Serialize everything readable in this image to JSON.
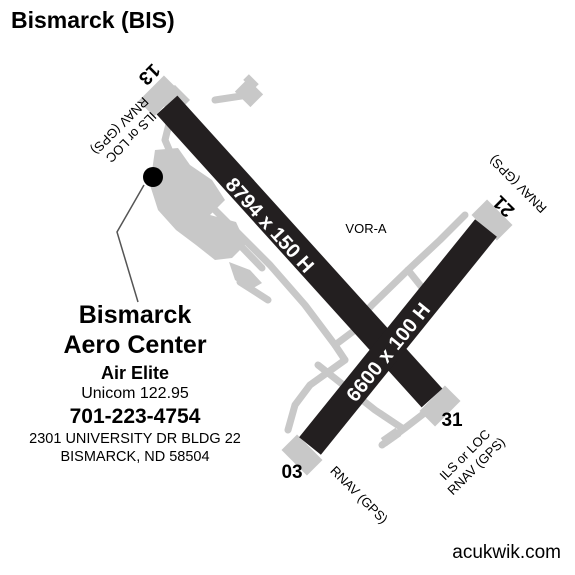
{
  "header": {
    "title": "Bismarck (BIS)"
  },
  "runways": [
    {
      "dimensions": "8794 x 150 H",
      "ends": [
        "13",
        "31"
      ]
    },
    {
      "dimensions": "6600 x 100 H",
      "ends": [
        "21",
        "03"
      ]
    }
  ],
  "labels": {
    "rwy13_approach": [
      "ILS or LOC",
      "RNAV (GPS)"
    ],
    "rwy21_approach": "RNAV (GPS)",
    "rwy31_approach": [
      "ILS or LOC",
      "RNAV (GPS)"
    ],
    "rwy03_approach": "RNAV (GPS)",
    "navaid": "VOR-A"
  },
  "fbo": {
    "name_line1": "Bismarck",
    "name_line2": "Aero Center",
    "brand": "Air Elite",
    "unicom": "Unicom 122.95",
    "phone": "701-223-4754",
    "address_line1": "2301 UNIVERSITY DR BLDG 22",
    "address_line2": "BISMARCK, ND 58504"
  },
  "footer": {
    "website": "acukwik.com"
  },
  "colors": {
    "runway": "#231f20",
    "taxiway": "#c8c8c8",
    "apron": "#c8c8c8",
    "threshold": "#c8c8c8",
    "text": "#000000"
  }
}
